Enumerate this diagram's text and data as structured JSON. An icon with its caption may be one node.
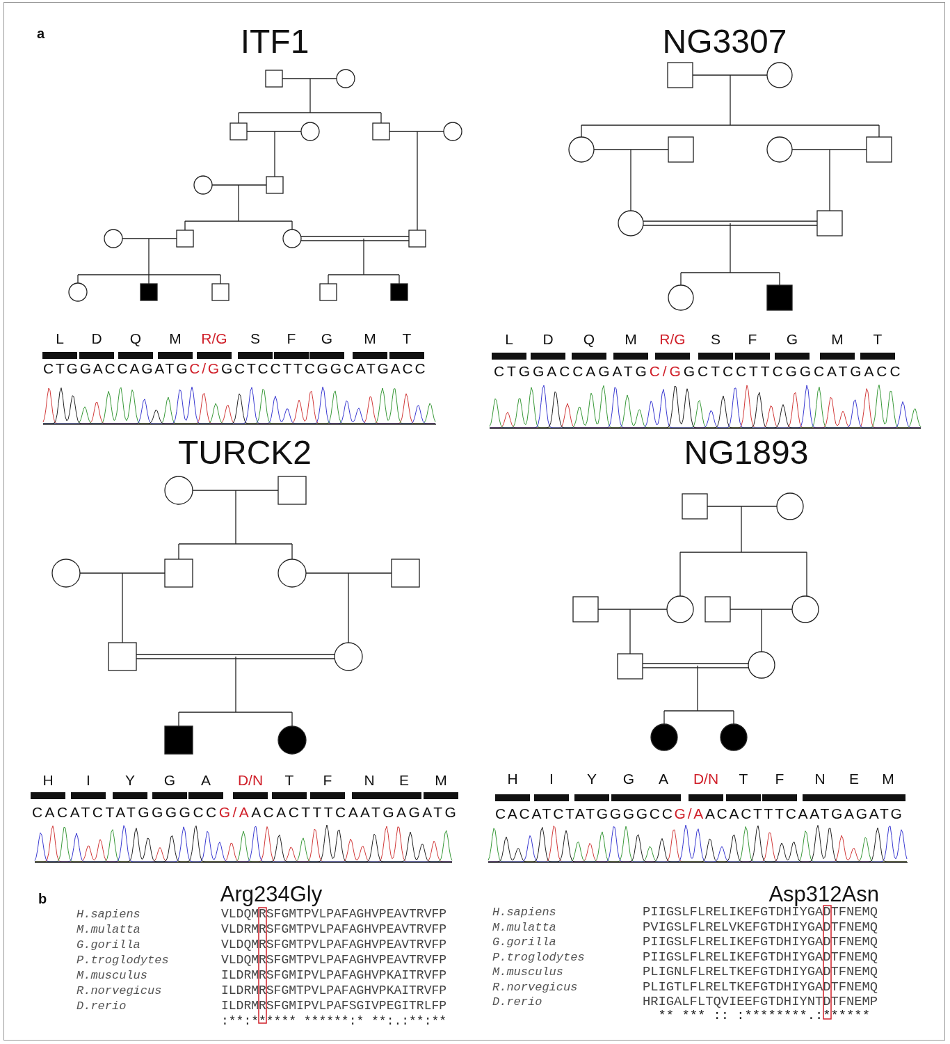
{
  "diagram": {
    "labels": [
      "a",
      "ITF1",
      "NG3307",
      "L",
      "D",
      "Q",
      "M",
      "R/G",
      "S",
      "F",
      "G",
      "M",
      "T",
      "L",
      "D",
      "Q",
      "M",
      "R/G",
      "S",
      "F",
      "G",
      "M",
      "T",
      "CTGGACCAGATGC/GGCTCCTTCGGCATGACC",
      "CTGGACCAGATGC/GGCTCCTTCGGCATGACC",
      "TURCK2",
      "NG1893",
      "H",
      "I",
      "Y",
      "G",
      "A",
      "D/N",
      "T",
      "F",
      "N",
      "E",
      "M",
      "H",
      "I",
      "Y",
      "G",
      "A",
      "D/N",
      "T",
      "F",
      "N",
      "E",
      "M",
      "CACATCTATGGGGCCG/AACACTTTCAATGAGATG",
      "CACATCTATGGGGCCG/AACACTTTCAATGAGATG",
      "b",
      "Arg234Gly",
      "Asp312Asn",
      "H.sapiens",
      "VLDQMRSFGMTPVLPAFAGHVPEAVTRVFP",
      "M.mulatta",
      "VLDRMRSFGMTPVLPAFAGHVPEAVTRVFP",
      "G.gorilla",
      "VLDQMRSFGMTPVLPAFAGHVPEAVTRVFP",
      "P.troglodytes",
      "VLDQMRSFGMTPVLPAFAGHVPEAVTRVFP",
      "M.musculus",
      "ILDRMRSFGMIPVLPAFAGHVPKAITRVFP",
      "R.norvegicus",
      "ILDRMRSFGMTPVLPAFAGHVPKAITRVFP",
      "D.rerio",
      "ILDRMRSFGMIPVLPAFSGIVPEGITRLFP",
      ":**:****** ******:* **:.:**:**",
      "H.sapiens",
      "PIIGSLFLRELIKEFGTDHIYGADTFNEMQ",
      "M.mulatta",
      "PVIGSLFLRELVKEFGTDHIYGADTFNEMQ",
      "G.gorilla",
      "PIIGSLFLRELIKEFGTDHIYGADTFNEMQ",
      "P.troglodytes",
      "PIIGSLFLRELIKEFGTDHIYGADTFNEMQ",
      "M.musculus",
      "PLIGNLFLRELTKEFGTDHIYGADTFNEMQ",
      "R.norvegicus",
      "PLIGTLFLRELTKEFGTDHIYGADTFNEMQ",
      "D.rerio",
      "HRIGALFLTQVIEEFGTDHIYNTDTFNEMP",
      "** *** :: :********.:******"
    ]
  }
}
